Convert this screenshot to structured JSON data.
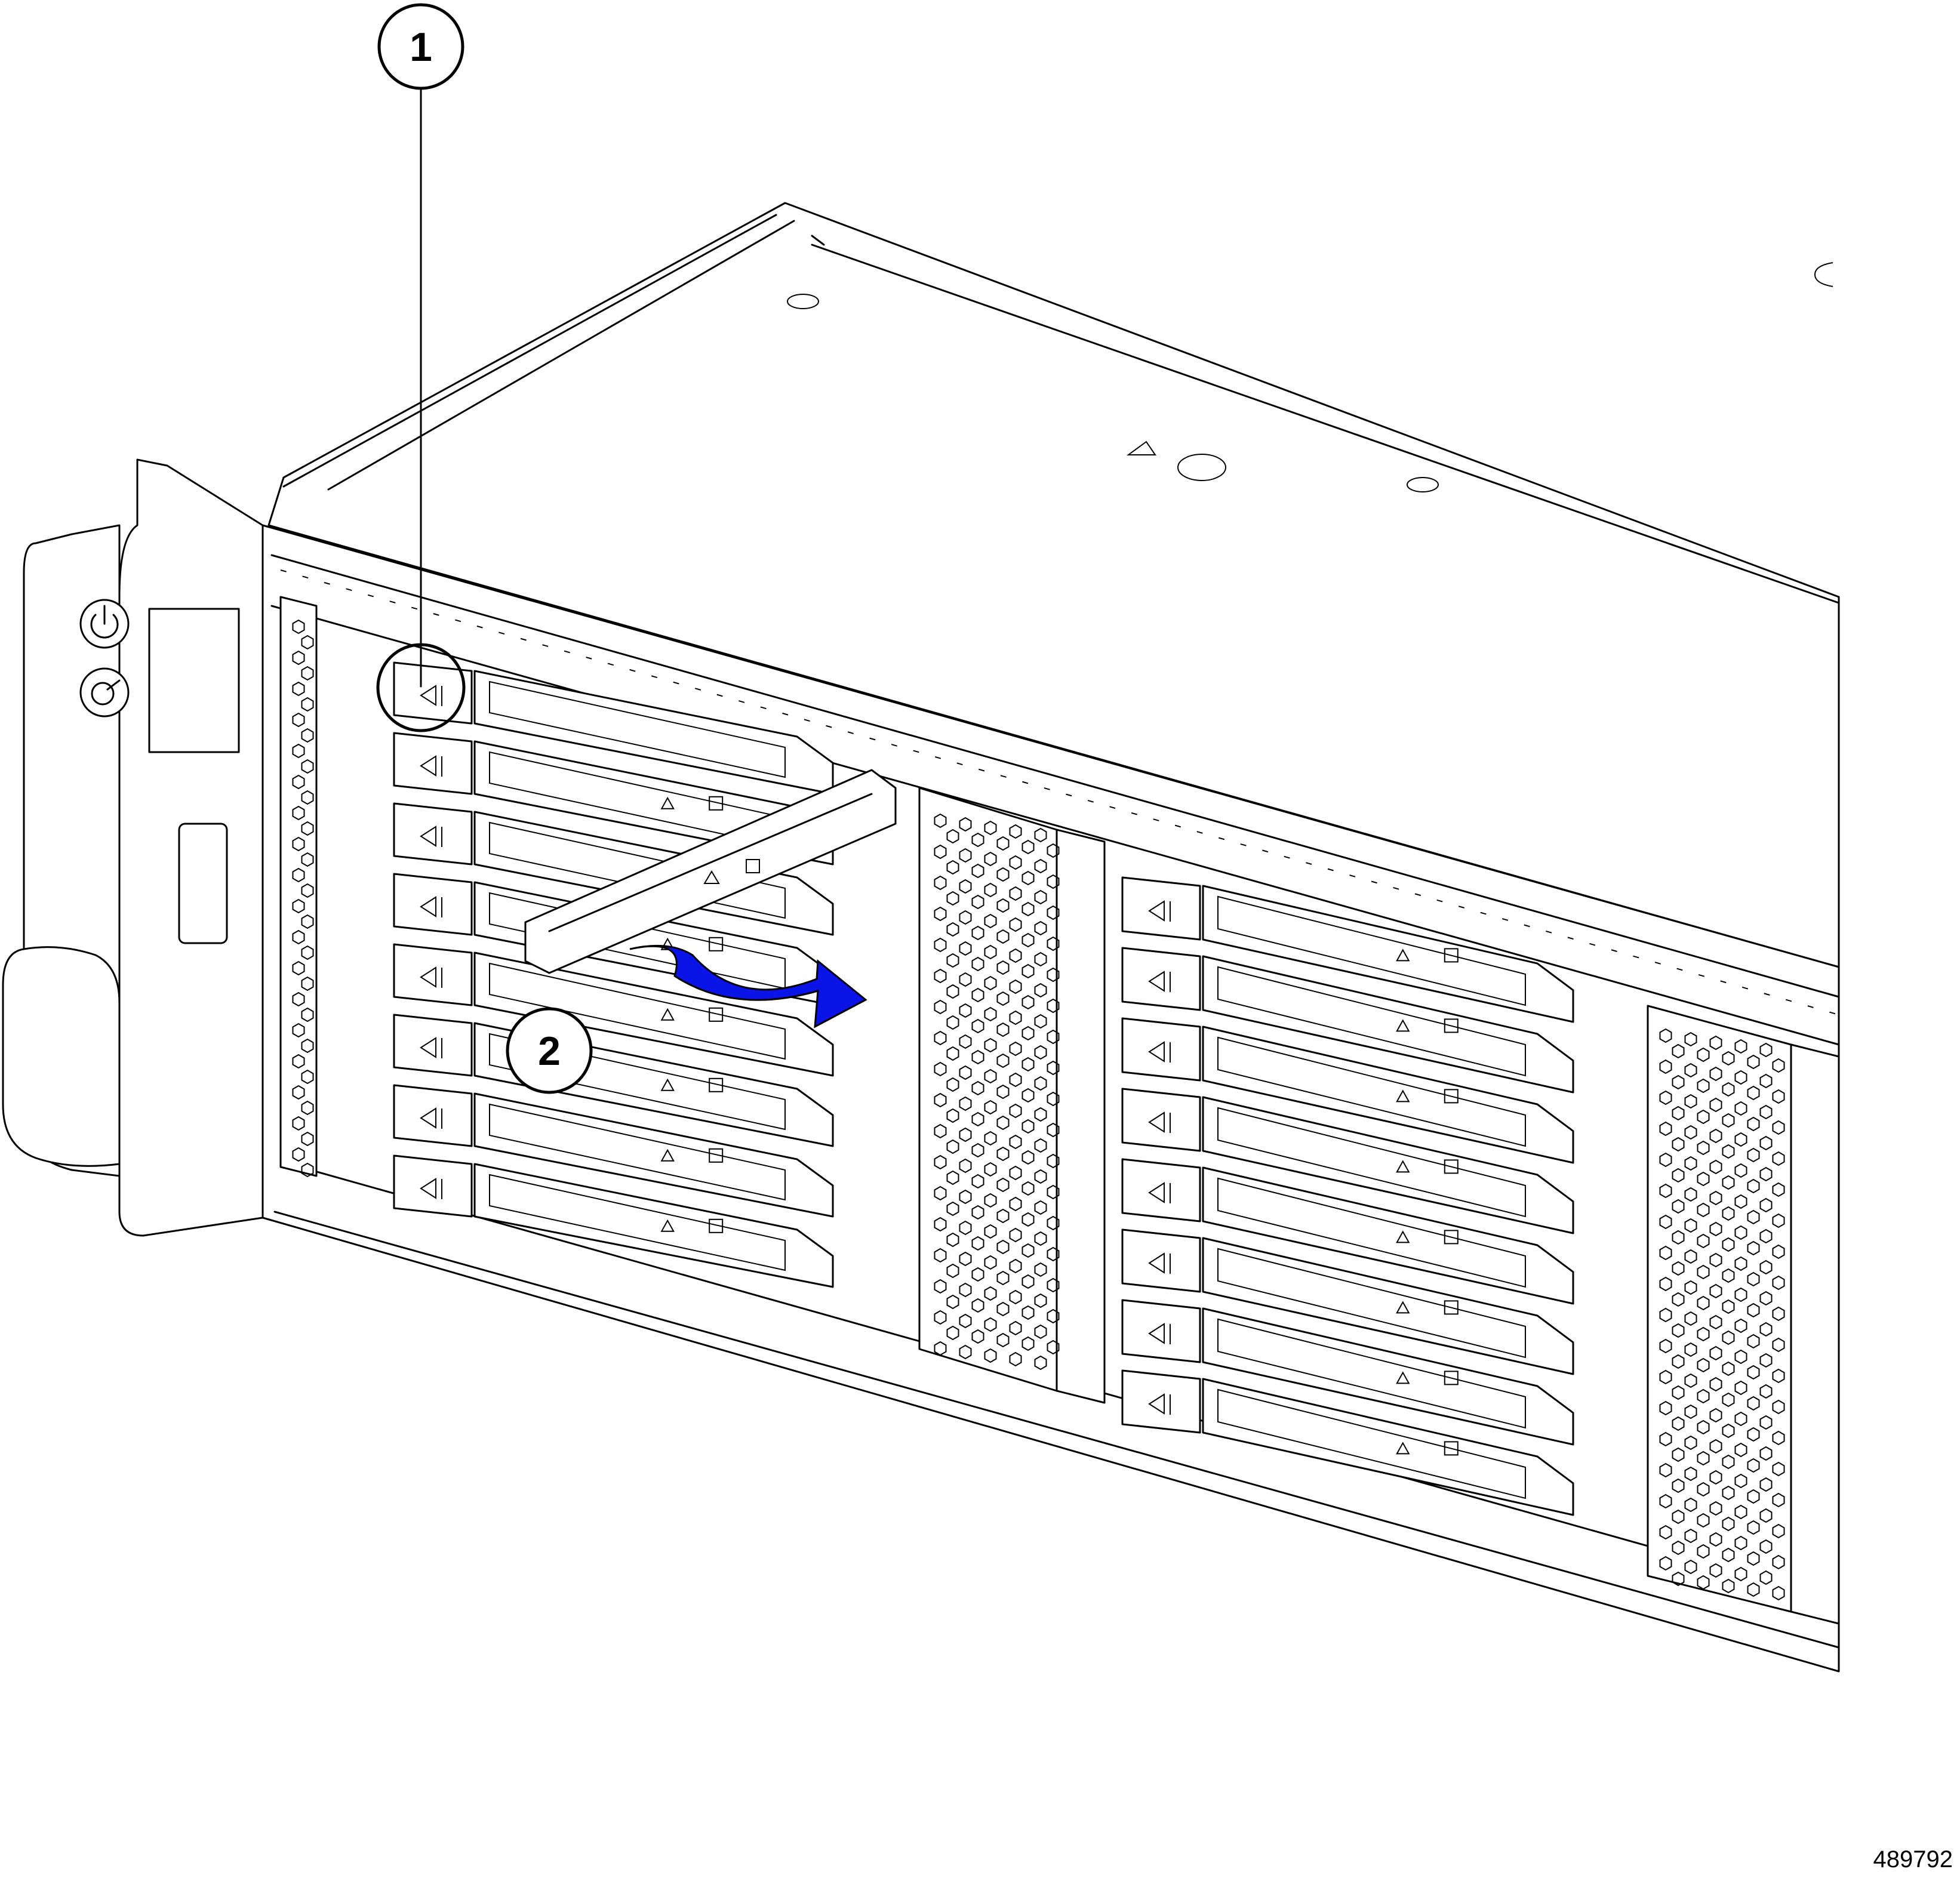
{
  "figure": {
    "id": "489792"
  },
  "callouts": [
    {
      "number": "1"
    },
    {
      "number": "2"
    }
  ],
  "icons": {
    "power": "power-icon",
    "unit_identify": "unit-identify-icon",
    "drive_eject": "drive-eject-arrow-icon",
    "drive_warning": "warning-triangle-icon",
    "drive_status": "status-led-icon",
    "motion_arrow": "curved-arrow-icon"
  },
  "colors": {
    "motion_arrow": "#0a14e6",
    "line": "#000000",
    "background": "#ffffff"
  }
}
